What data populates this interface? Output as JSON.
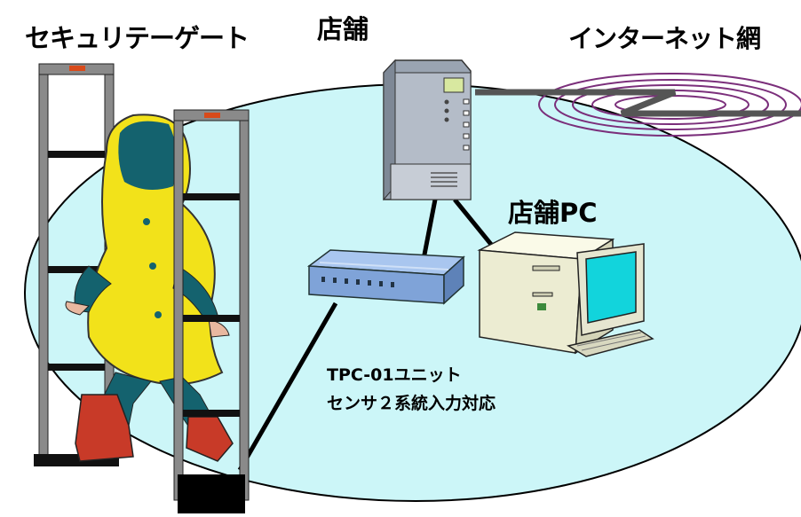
{
  "labels": {
    "security_gate": "セキュリテーゲート",
    "store": "店舗",
    "internet": "インターネット網",
    "store_pc": "店舗PC",
    "unit_line1": "TPC-01ユニット",
    "unit_line2": "センサ２系統入力対応",
    "footer": ""
  },
  "colors": {
    "area_fill": "#ccf6f8",
    "raincoat": "#f2e21a",
    "boots": "#c83a28",
    "teal": "#14626e",
    "gate_frame": "#888888",
    "network_swirl": "#7b2f7b",
    "device_blue": "#8bb0e0",
    "pc_beige": "#efefd8",
    "screen": "#12d4dc"
  },
  "icons": [
    "security-gate-icon",
    "person-raincoat-icon",
    "server-icon",
    "internet-cloud-icon",
    "network-unit-icon",
    "desktop-pc-icon"
  ]
}
